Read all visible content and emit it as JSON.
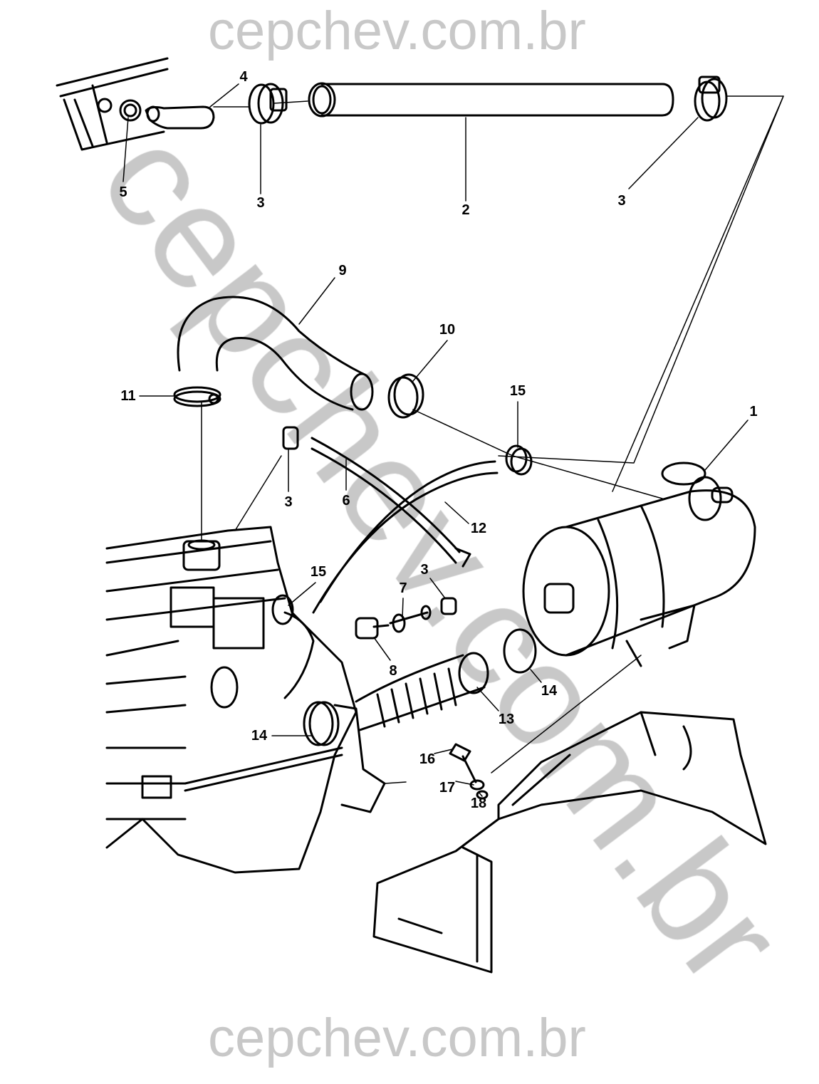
{
  "watermark": {
    "top": "cepchev.com.br",
    "bottom": "cepchev.com.br",
    "diagonal": "cepchev.com.br"
  },
  "callouts": [
    {
      "id": "c4",
      "text": "4"
    },
    {
      "id": "c5",
      "text": "5"
    },
    {
      "id": "c3a",
      "text": "3"
    },
    {
      "id": "c2",
      "text": "2"
    },
    {
      "id": "c3b",
      "text": "3"
    },
    {
      "id": "c9",
      "text": "9"
    },
    {
      "id": "c10",
      "text": "10"
    },
    {
      "id": "c11",
      "text": "11"
    },
    {
      "id": "c15a",
      "text": "15"
    },
    {
      "id": "c1",
      "text": "1"
    },
    {
      "id": "c3c",
      "text": "3"
    },
    {
      "id": "c6",
      "text": "6"
    },
    {
      "id": "c12",
      "text": "12"
    },
    {
      "id": "c15b",
      "text": "15"
    },
    {
      "id": "c3d",
      "text": "3"
    },
    {
      "id": "c7",
      "text": "7"
    },
    {
      "id": "c8",
      "text": "8"
    },
    {
      "id": "c14a",
      "text": "14"
    },
    {
      "id": "c13",
      "text": "13"
    },
    {
      "id": "c14b",
      "text": "14"
    },
    {
      "id": "c16",
      "text": "16"
    },
    {
      "id": "c17",
      "text": "17"
    },
    {
      "id": "c18",
      "text": "18"
    }
  ]
}
